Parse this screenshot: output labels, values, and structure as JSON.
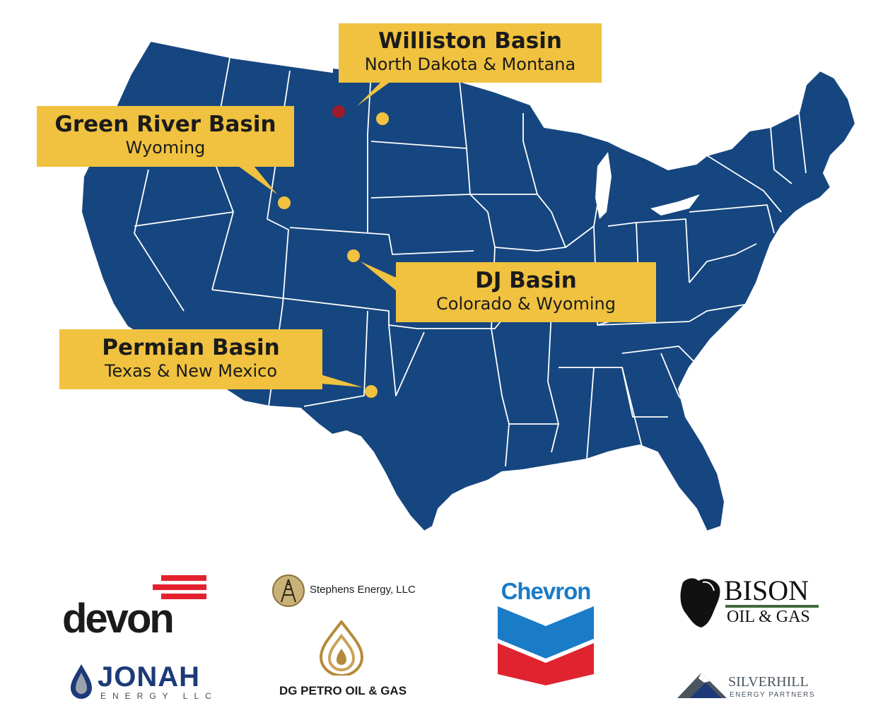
{
  "colors": {
    "map_fill": "#16467f",
    "state_border": "#ffffff",
    "callout_fill": "#f0c23f",
    "marker_gold": "#f0c23f",
    "marker_red": "#9e1b2a",
    "devon_red": "#e4202e",
    "chevron_blue": "#1a7bc7",
    "chevron_red": "#e0242f"
  },
  "callouts": [
    {
      "id": "williston",
      "title": "Williston Basin",
      "subtitle": "North Dakota & Montana"
    },
    {
      "id": "green_river",
      "title": "Green River Basin",
      "subtitle": "Wyoming"
    },
    {
      "id": "dj",
      "title": "DJ Basin",
      "subtitle": "Colorado & Wyoming"
    },
    {
      "id": "permian",
      "title": "Permian Basin",
      "subtitle": "Texas & New Mexico"
    }
  ],
  "markers": [
    {
      "id": "williston-red",
      "color": "red"
    },
    {
      "id": "williston-gold",
      "color": "gold"
    },
    {
      "id": "green-river",
      "color": "gold"
    },
    {
      "id": "dj",
      "color": "gold"
    },
    {
      "id": "permian",
      "color": "gold"
    }
  ],
  "logos": {
    "devon": {
      "name": "devon"
    },
    "stephens": {
      "name": "Stephens Energy, LLC"
    },
    "chevron": {
      "name": "Chevron"
    },
    "bison": {
      "name_top": "BISON",
      "name_bottom": "OIL & GAS"
    },
    "jonah": {
      "name": "JONAH",
      "tagline": "ENERGY LLC"
    },
    "dg_petro": {
      "name": "DG PETRO OIL & GAS"
    },
    "silverhill": {
      "name": "SILVERHILL",
      "tagline": "ENERGY PARTNERS"
    }
  }
}
